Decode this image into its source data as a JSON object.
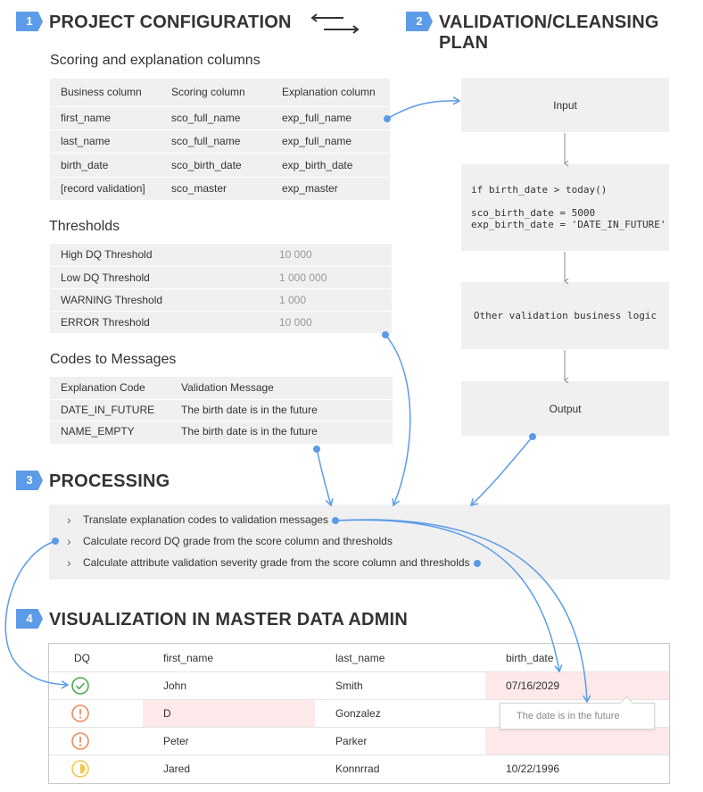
{
  "steps": [
    {
      "number": "1",
      "title": "PROJECT CONFIGURATION"
    },
    {
      "number": "2",
      "title": "VALIDATION/CLEANSING PLAN"
    },
    {
      "number": "3",
      "title": "PROCESSING"
    },
    {
      "number": "4",
      "title": "VISUALIZATION IN MASTER DATA ADMIN"
    }
  ],
  "scoring": {
    "title": "Scoring and explanation columns",
    "headers": [
      "Business column",
      "Scoring column",
      "Explanation column"
    ],
    "rows": [
      [
        "first_name",
        "sco_full_name",
        "exp_full_name"
      ],
      [
        "last_name",
        "sco_full_name",
        "exp_full_name"
      ],
      [
        "birth_date",
        "sco_birth_date",
        "exp_birth_date"
      ],
      [
        "[record validation]",
        "sco_master",
        "exp_master"
      ]
    ]
  },
  "thresholds": {
    "title": "Thresholds",
    "rows": [
      [
        "High DQ Threshold",
        "10 000"
      ],
      [
        "Low DQ Threshold",
        "1 000 000"
      ],
      [
        "WARNING Threshold",
        "1 000"
      ],
      [
        "ERROR Threshold",
        "10 000"
      ]
    ]
  },
  "codes": {
    "title": "Codes to Messages",
    "headers": [
      "Explanation Code",
      "Validation Message"
    ],
    "rows": [
      [
        "DATE_IN_FUTURE",
        "The birth date is in the future"
      ],
      [
        "NAME_EMPTY",
        "The birth date is in the future"
      ]
    ]
  },
  "plan": {
    "input": "Input",
    "code_line1": "if birth_date > today()",
    "code_line2": "sco_birth_date = 5000",
    "code_line3": "exp_birth_date = 'DATE_IN_FUTURE'",
    "other": "Other validation business logic",
    "output": "Output"
  },
  "processing": {
    "items": [
      "Translate explanation codes to validation messages",
      "Calculate record DQ grade from the score column and thresholds",
      "Calculate attribute validation severity grade from the score column and thresholds"
    ]
  },
  "grid": {
    "headers": [
      "DQ",
      "first_name",
      "last_name",
      "birth_date"
    ],
    "rows": [
      {
        "status": "ok",
        "first_name": "John",
        "last_name": "Smith",
        "birth_date": "07/16/2029"
      },
      {
        "status": "error",
        "first_name": "D",
        "last_name": "Gonzalez",
        "birth_date": ""
      },
      {
        "status": "error",
        "first_name": "Peter",
        "last_name": "Parker",
        "birth_date": ""
      },
      {
        "status": "warning",
        "first_name": "Jared",
        "last_name": "Konnrrad",
        "birth_date": "10/22/1996"
      }
    ],
    "tooltip": "The date is in the future"
  },
  "colors": {
    "accent": "#5b9be8",
    "ok": "#4caf50",
    "error": "#f08a5d",
    "warning": "#f2c94c",
    "error_bg": "#fde9e9",
    "panel": "#f0f0f0"
  }
}
